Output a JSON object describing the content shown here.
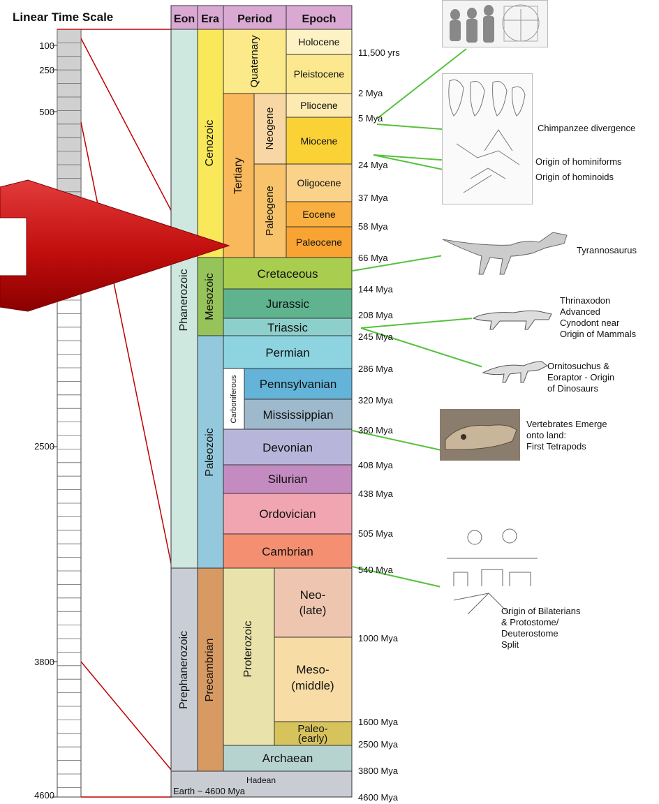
{
  "linear_scale": {
    "title": "Linear Time Scale",
    "ticks": [
      "100",
      "250",
      "500",
      "2500",
      "3800",
      "4600"
    ]
  },
  "headers": {
    "eon": "Eon",
    "era": "Era",
    "period": "Period",
    "epoch": "Epoch"
  },
  "eons": {
    "phanerozoic": "Phanerozoic",
    "prephanerozoic": "Prephanerozoic"
  },
  "eras": {
    "cenozoic": "Cenozoic",
    "mesozoic": "Mesozoic",
    "paleozoic": "Paleozoic",
    "precambrian": "Precambrian"
  },
  "periods": {
    "quaternary": "Quaternary",
    "tertiary": "Tertiary",
    "neogene": "Neogene",
    "paleogene": "Paleogene",
    "carboniferous": "Carboniferous",
    "proterozoic": "Proterozoic"
  },
  "epochs": {
    "holocene": "Holocene",
    "pleistocene": "Pleistocene",
    "pliocene": "Pliocene",
    "miocene": "Miocene",
    "oligocene": "Oligocene",
    "eocene": "Eocene",
    "paleocene": "Paleocene",
    "cretaceous": "Cretaceous",
    "jurassic": "Jurassic",
    "triassic": "Triassic",
    "permian": "Permian",
    "pennsylvanian": "Pennsylvanian",
    "mississippian": "Mississippian",
    "devonian": "Devonian",
    "silurian": "Silurian",
    "ordovician": "Ordovician",
    "cambrian": "Cambrian",
    "neo_1": "Neo-",
    "neo_2": "(late)",
    "meso_1": "Meso-",
    "meso_2": "(middle)",
    "paleo_1": "Paleo-",
    "paleo_2": "(early)",
    "archaean": "Archaean",
    "hadean": "Hadean",
    "earth": "Earth ~ 4600 Mya"
  },
  "ages": [
    "11,500 yrs",
    "2 Mya",
    "5 Mya",
    "24 Mya",
    "37 Mya",
    "58 Mya",
    "66 Mya",
    "144 Mya",
    "208 Mya",
    "245 Mya",
    "286 Mya",
    "320 Mya",
    "360 Mya",
    "408 Mya",
    "438 Mya",
    "505 Mya",
    "540 Mya",
    "1000 Mya",
    "1600 Mya",
    "2500 Mya",
    "3800 Mya",
    "4600 Mya"
  ],
  "annotations": {
    "chimp": "Chimpanzee divergence",
    "hominiforms": "Origin of hominiforms",
    "hominoids": "Origin of hominoids",
    "trex": "Tyrannosaurus",
    "thrinax": [
      "Thrinaxodon",
      "Advanced",
      "Cynodont near",
      "Origin of Mammals"
    ],
    "ornito": [
      "Ornitosuchus &",
      "Eoraptor - Origin",
      "of Dinosaurs"
    ],
    "tetrapod": [
      "Vertebrates Emerge",
      "onto land:",
      "First Tetrapods"
    ],
    "bilat": [
      "Origin of Bilaterians",
      "& Protostome/",
      "Deuterostome",
      "Split"
    ]
  },
  "colors": {
    "header": "#d9a8d3",
    "eon_phan": "#cfe8df",
    "eon_pre": "#c9cdd6",
    "hadean": "#c9ccd3",
    "cenozoic": "#f8e85a",
    "quaternary": "#fbe98a",
    "tertiary": "#f9b85c",
    "holocene": "#fdf2c4",
    "pleistocene": "#fce98f",
    "pliocene": "#fdeab0",
    "miocene": "#fbd236",
    "neogene": "#f9d7a4",
    "paleogene": "#f8c36a",
    "oligocene": "#fad28a",
    "eocene": "#f9b040",
    "paleocene": "#f9a432",
    "mesozoic": "#96c35a",
    "cretaceous": "#a8cd4f",
    "jurassic": "#5fb48f",
    "triassic": "#8dcfcb",
    "paleozoic": "#94c8dc",
    "permian": "#8dd3e0",
    "pennsylvanian": "#63b4d8",
    "mississippian": "#9db9cb",
    "carboniferous": "#ffffff",
    "devonian": "#b7b6da",
    "silurian": "#c48bc0",
    "ordovician": "#f1a5b1",
    "cambrian": "#f48f72",
    "precambrian": "#d89a63",
    "proterozoic": "#e9e3ab",
    "neo": "#eec6b0",
    "meso": "#f8dca6",
    "paleo": "#d6c35c",
    "archaean": "#b6d3cf",
    "red": "#c00000",
    "green": "#55c13c"
  }
}
